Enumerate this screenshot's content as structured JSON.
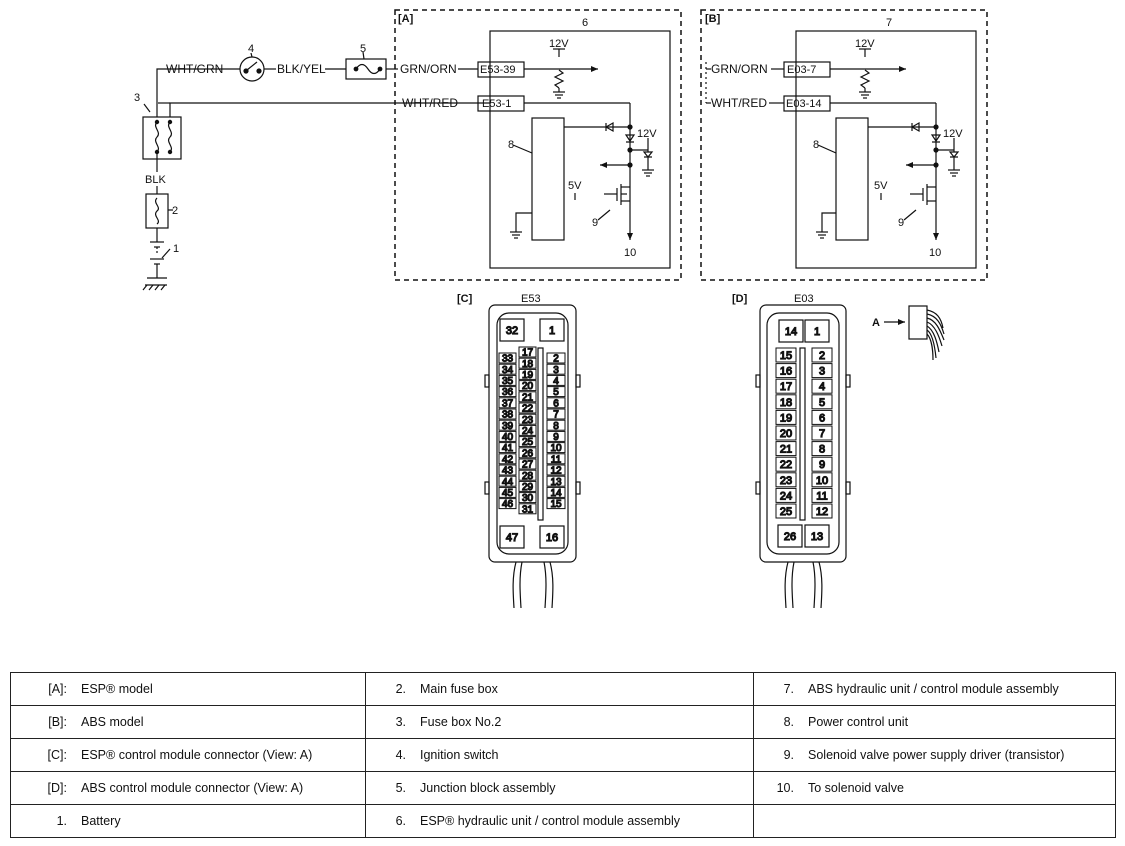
{
  "regions": {
    "A": {
      "label": "[A]",
      "unit_number": "6"
    },
    "B": {
      "label": "[B]",
      "unit_number": "7"
    },
    "C": {
      "label": "[C]",
      "connector_name": "E53"
    },
    "D": {
      "label": "[D]",
      "connector_name": "E03"
    }
  },
  "wires": {
    "wht_grn": "WHT/GRN",
    "blk_yel": "BLK/YEL",
    "grn_orn": "GRN/ORN",
    "wht_red": "WHT/RED",
    "blk": "BLK"
  },
  "terminals": {
    "A_top": "E53-39",
    "A_bottom": "E53-1",
    "B_top": "E03-7",
    "B_bottom": "E03-14"
  },
  "component_numbers": {
    "battery": "1",
    "main_fuse": "2",
    "fuse_box_2": "3",
    "ignition": "4",
    "junction": "5",
    "pcu": "8",
    "driver": "9",
    "to_valve": "10"
  },
  "voltages": {
    "v12": "12V",
    "v5": "5V"
  },
  "view_arrow_label": "A",
  "connector_E53": {
    "top_left": "32",
    "top_right": "1",
    "bottom_left": "47",
    "bottom_right": "16",
    "left_col": [
      "33",
      "34",
      "35",
      "36",
      "37",
      "38",
      "39",
      "40",
      "41",
      "42",
      "43",
      "44",
      "45",
      "46"
    ],
    "mid_col": [
      "17",
      "18",
      "19",
      "20",
      "21",
      "22",
      "23",
      "24",
      "25",
      "26",
      "27",
      "28",
      "29",
      "30",
      "31"
    ],
    "right_col": [
      "2",
      "3",
      "4",
      "5",
      "6",
      "7",
      "8",
      "9",
      "10",
      "11",
      "12",
      "13",
      "14",
      "15"
    ]
  },
  "connector_E03": {
    "top_left": "14",
    "top_right": "1",
    "bottom_left": "26",
    "bottom_right": "13",
    "left_col": [
      "15",
      "16",
      "17",
      "18",
      "19",
      "20",
      "21",
      "22",
      "23",
      "24",
      "25"
    ],
    "right_col": [
      "2",
      "3",
      "4",
      "5",
      "6",
      "7",
      "8",
      "9",
      "10",
      "11",
      "12"
    ]
  },
  "legend": {
    "rows": [
      [
        {
          "key": "[A]:",
          "text": "ESP® model"
        },
        {
          "key": "2.",
          "text": "Main fuse box"
        },
        {
          "key": "7.",
          "text": "ABS hydraulic unit / control module assembly"
        }
      ],
      [
        {
          "key": "[B]:",
          "text": "ABS model"
        },
        {
          "key": "3.",
          "text": "Fuse box No.2"
        },
        {
          "key": "8.",
          "text": "Power control unit"
        }
      ],
      [
        {
          "key": "[C]:",
          "text": "ESP® control module connector (View: A)"
        },
        {
          "key": "4.",
          "text": "Ignition switch"
        },
        {
          "key": "9.",
          "text": "Solenoid valve power supply driver (transistor)"
        }
      ],
      [
        {
          "key": "[D]:",
          "text": "ABS control module connector (View: A)"
        },
        {
          "key": "5.",
          "text": "Junction block assembly"
        },
        {
          "key": "10.",
          "text": "To solenoid valve"
        }
      ],
      [
        {
          "key": "1.",
          "text": "Battery"
        },
        {
          "key": "6.",
          "text": "ESP® hydraulic unit / control module assembly"
        },
        {
          "key": "",
          "text": ""
        }
      ]
    ]
  }
}
